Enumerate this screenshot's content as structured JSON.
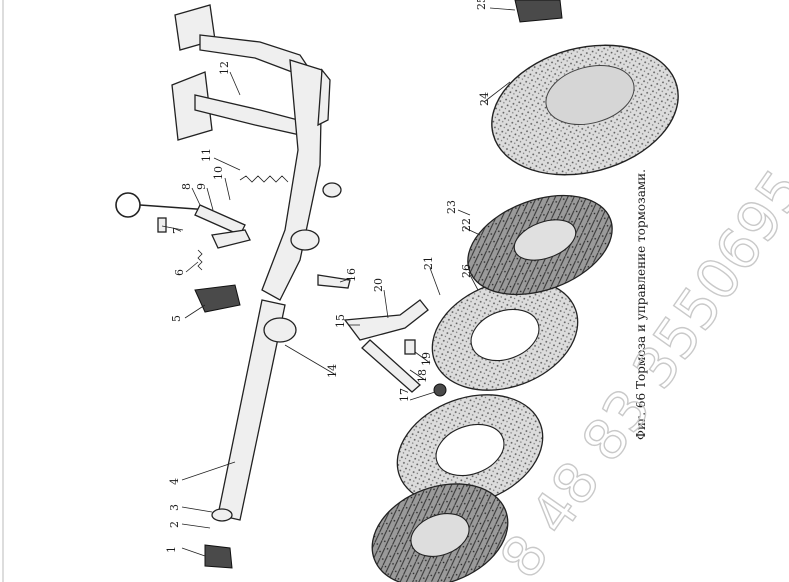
{
  "labels": [
    "1",
    "2",
    "3",
    "4",
    "5",
    "6",
    "7",
    "8",
    "9",
    "10",
    "11",
    "12",
    "14",
    "15",
    "16",
    "17",
    "18",
    "19",
    "20",
    "21",
    "22",
    "23",
    "24",
    "25",
    "26"
  ],
  "caption": "Фиг. 66 Тормоза и управление тормозами.",
  "watermark": "8 48 83 3550695",
  "colors": {
    "ink": "#222222",
    "paper": "#ffffff",
    "watermark": "#c9c9c9"
  }
}
